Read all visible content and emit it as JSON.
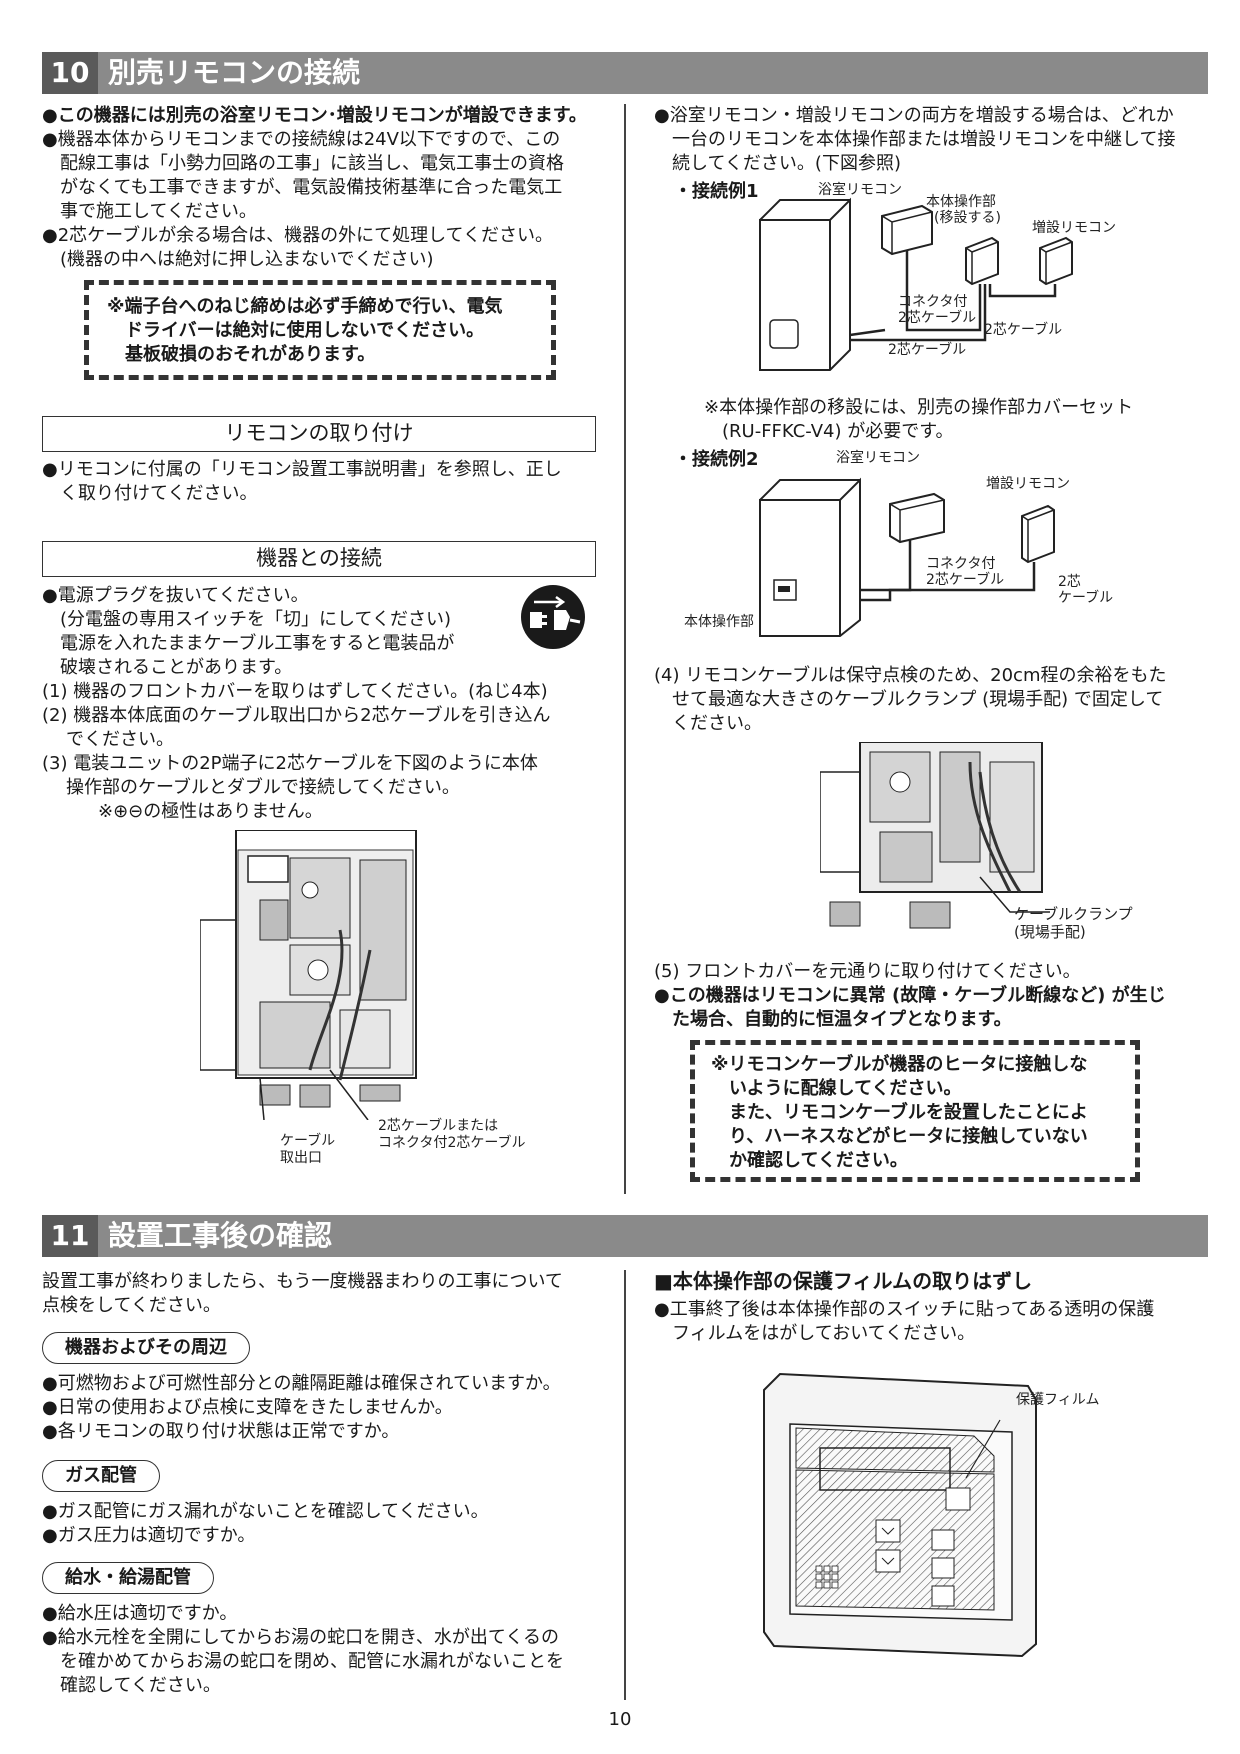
{
  "section10": {
    "number": "10",
    "title": "別売リモコンの接続",
    "intro": [
      "●この機器には別売の浴室リモコン･増設リモコンが増設できます。",
      "●機器本体からリモコンまでの接続線は24V以下ですので、この",
      "配線工事は「小勢力回路の工事」に該当し、電気工事士の資格",
      "がなくても工事できますが、電気設備技術基準に合った電気工",
      "事で施工してください。",
      "●2芯ケーブルが余る場合は、機器の外にて処理してください。",
      "(機器の中へは絶対に押し込まないでください)"
    ],
    "warning1": [
      "※端子台へのねじ締めは必ず手締めで行い、電気",
      "ドライバーは絶対に使用しないでください。",
      "基板破損のおそれがあります。"
    ],
    "remote_install": {
      "heading": "リモコンの取り付け",
      "lines": [
        "●リモコンに付属の「リモコン設置工事説明書」を参照し、正し",
        "く取り付けてください。"
      ]
    },
    "device_connect": {
      "heading": "機器との接続",
      "lines": [
        "●電源プラグを抜いてください。",
        "(分電盤の専用スイッチを「切」にしてください)",
        "電源を入れたままケーブル工事をすると電装品が",
        "破壊されることがあります。",
        "(1) 機器のフロントカバーを取りはずしてください。(ねじ4本)",
        "(2) 機器本体底面のケーブル取出口から2芯ケーブルを引き込ん",
        "でください。",
        "(3) 電装ユニットの2P端子に2芯ケーブルを下図のように本体",
        "操作部のケーブルとダブルで接続してください。",
        "※⊕⊖の極性はありません。"
      ],
      "diagram_labels": {
        "cable_outlet_1": "ケーブル",
        "cable_outlet_2": "取出口",
        "cable_type_1": "2芯ケーブルまたは",
        "cable_type_2": "コネクタ付2芯ケーブル"
      }
    },
    "right_intro": [
      "●浴室リモコン・増設リモコンの両方を増設する場合は、どれか",
      "一台のリモコンを本体操作部または増設リモコンを中継して接",
      "続してください。(下図参照)"
    ],
    "example1": {
      "label": "・接続例1",
      "bath_remote": "浴室リモコン",
      "main_panel_1": "本体操作部",
      "main_panel_2": "(移設する)",
      "extra_remote": "増設リモコン",
      "connector_cable_1": "コネクタ付",
      "connector_cable_2": "2芯ケーブル",
      "cable_a": "2芯ケーブル",
      "cable_b": "2芯ケーブル",
      "note_1": "※本体操作部の移設には、別売の操作部カバーセット",
      "note_2": "(RU-FFKC-V4) が必要です。"
    },
    "example2": {
      "label": "・接続例2",
      "bath_remote": "浴室リモコン",
      "extra_remote": "増設リモコン",
      "connector_cable_1": "コネクタ付",
      "connector_cable_2": "2芯ケーブル",
      "cable_1": "2芯",
      "cable_2": "ケーブル",
      "main_panel": "本体操作部"
    },
    "step4": [
      "(4) リモコンケーブルは保守点検のため、20cm程の余裕をもた",
      "せて最適な大きさのケーブルクランプ (現場手配) で固定して",
      "ください。"
    ],
    "clamp_label_1": "ケーブルクランプ",
    "clamp_label_2": "(現場手配)",
    "step5": "(5) フロントカバーを元通りに取り付けてください。",
    "auto_note": [
      "●この機器はリモコンに異常 (故障・ケーブル断線など) が生じ",
      "た場合、自動的に恒温タイプとなります。"
    ],
    "warning2": [
      "※リモコンケーブルが機器のヒータに接触しな",
      "いように配線してください。",
      "また、リモコンケーブルを設置したことによ",
      "り、ハーネスなどがヒータに接触していない",
      "か確認してください。"
    ]
  },
  "section11": {
    "number": "11",
    "title": "設置工事後の確認",
    "intro": [
      "設置工事が終わりましたら、もう一度機器まわりの工事について",
      "点検をしてください。"
    ],
    "groups": [
      {
        "heading": "機器およびその周辺",
        "items": [
          "●可燃物および可燃性部分との離隔距離は確保されていますか。",
          "●日常の使用および点検に支障をきたしませんか。",
          "●各リモコンの取り付け状態は正常ですか。"
        ]
      },
      {
        "heading": "ガス配管",
        "items": [
          "●ガス配管にガス漏れがないことを確認してください。",
          "●ガス圧力は適切ですか。"
        ]
      },
      {
        "heading": "給水・給湯配管",
        "items": [
          "●給水圧は適切ですか。",
          "●給水元栓を全開にしてからお湯の蛇口を開き、水が出てくるの",
          "を確かめてからお湯の蛇口を閉め、配管に水漏れがないことを",
          "確認してください。"
        ]
      }
    ],
    "film": {
      "heading": "■本体操作部の保護フィルムの取りはずし",
      "lines": [
        "●工事終了後は本体操作部のスイッチに貼ってある透明の保護",
        "フィルムをはがしておいてください。"
      ],
      "label": "保護フィルム"
    }
  },
  "page_number": "10"
}
